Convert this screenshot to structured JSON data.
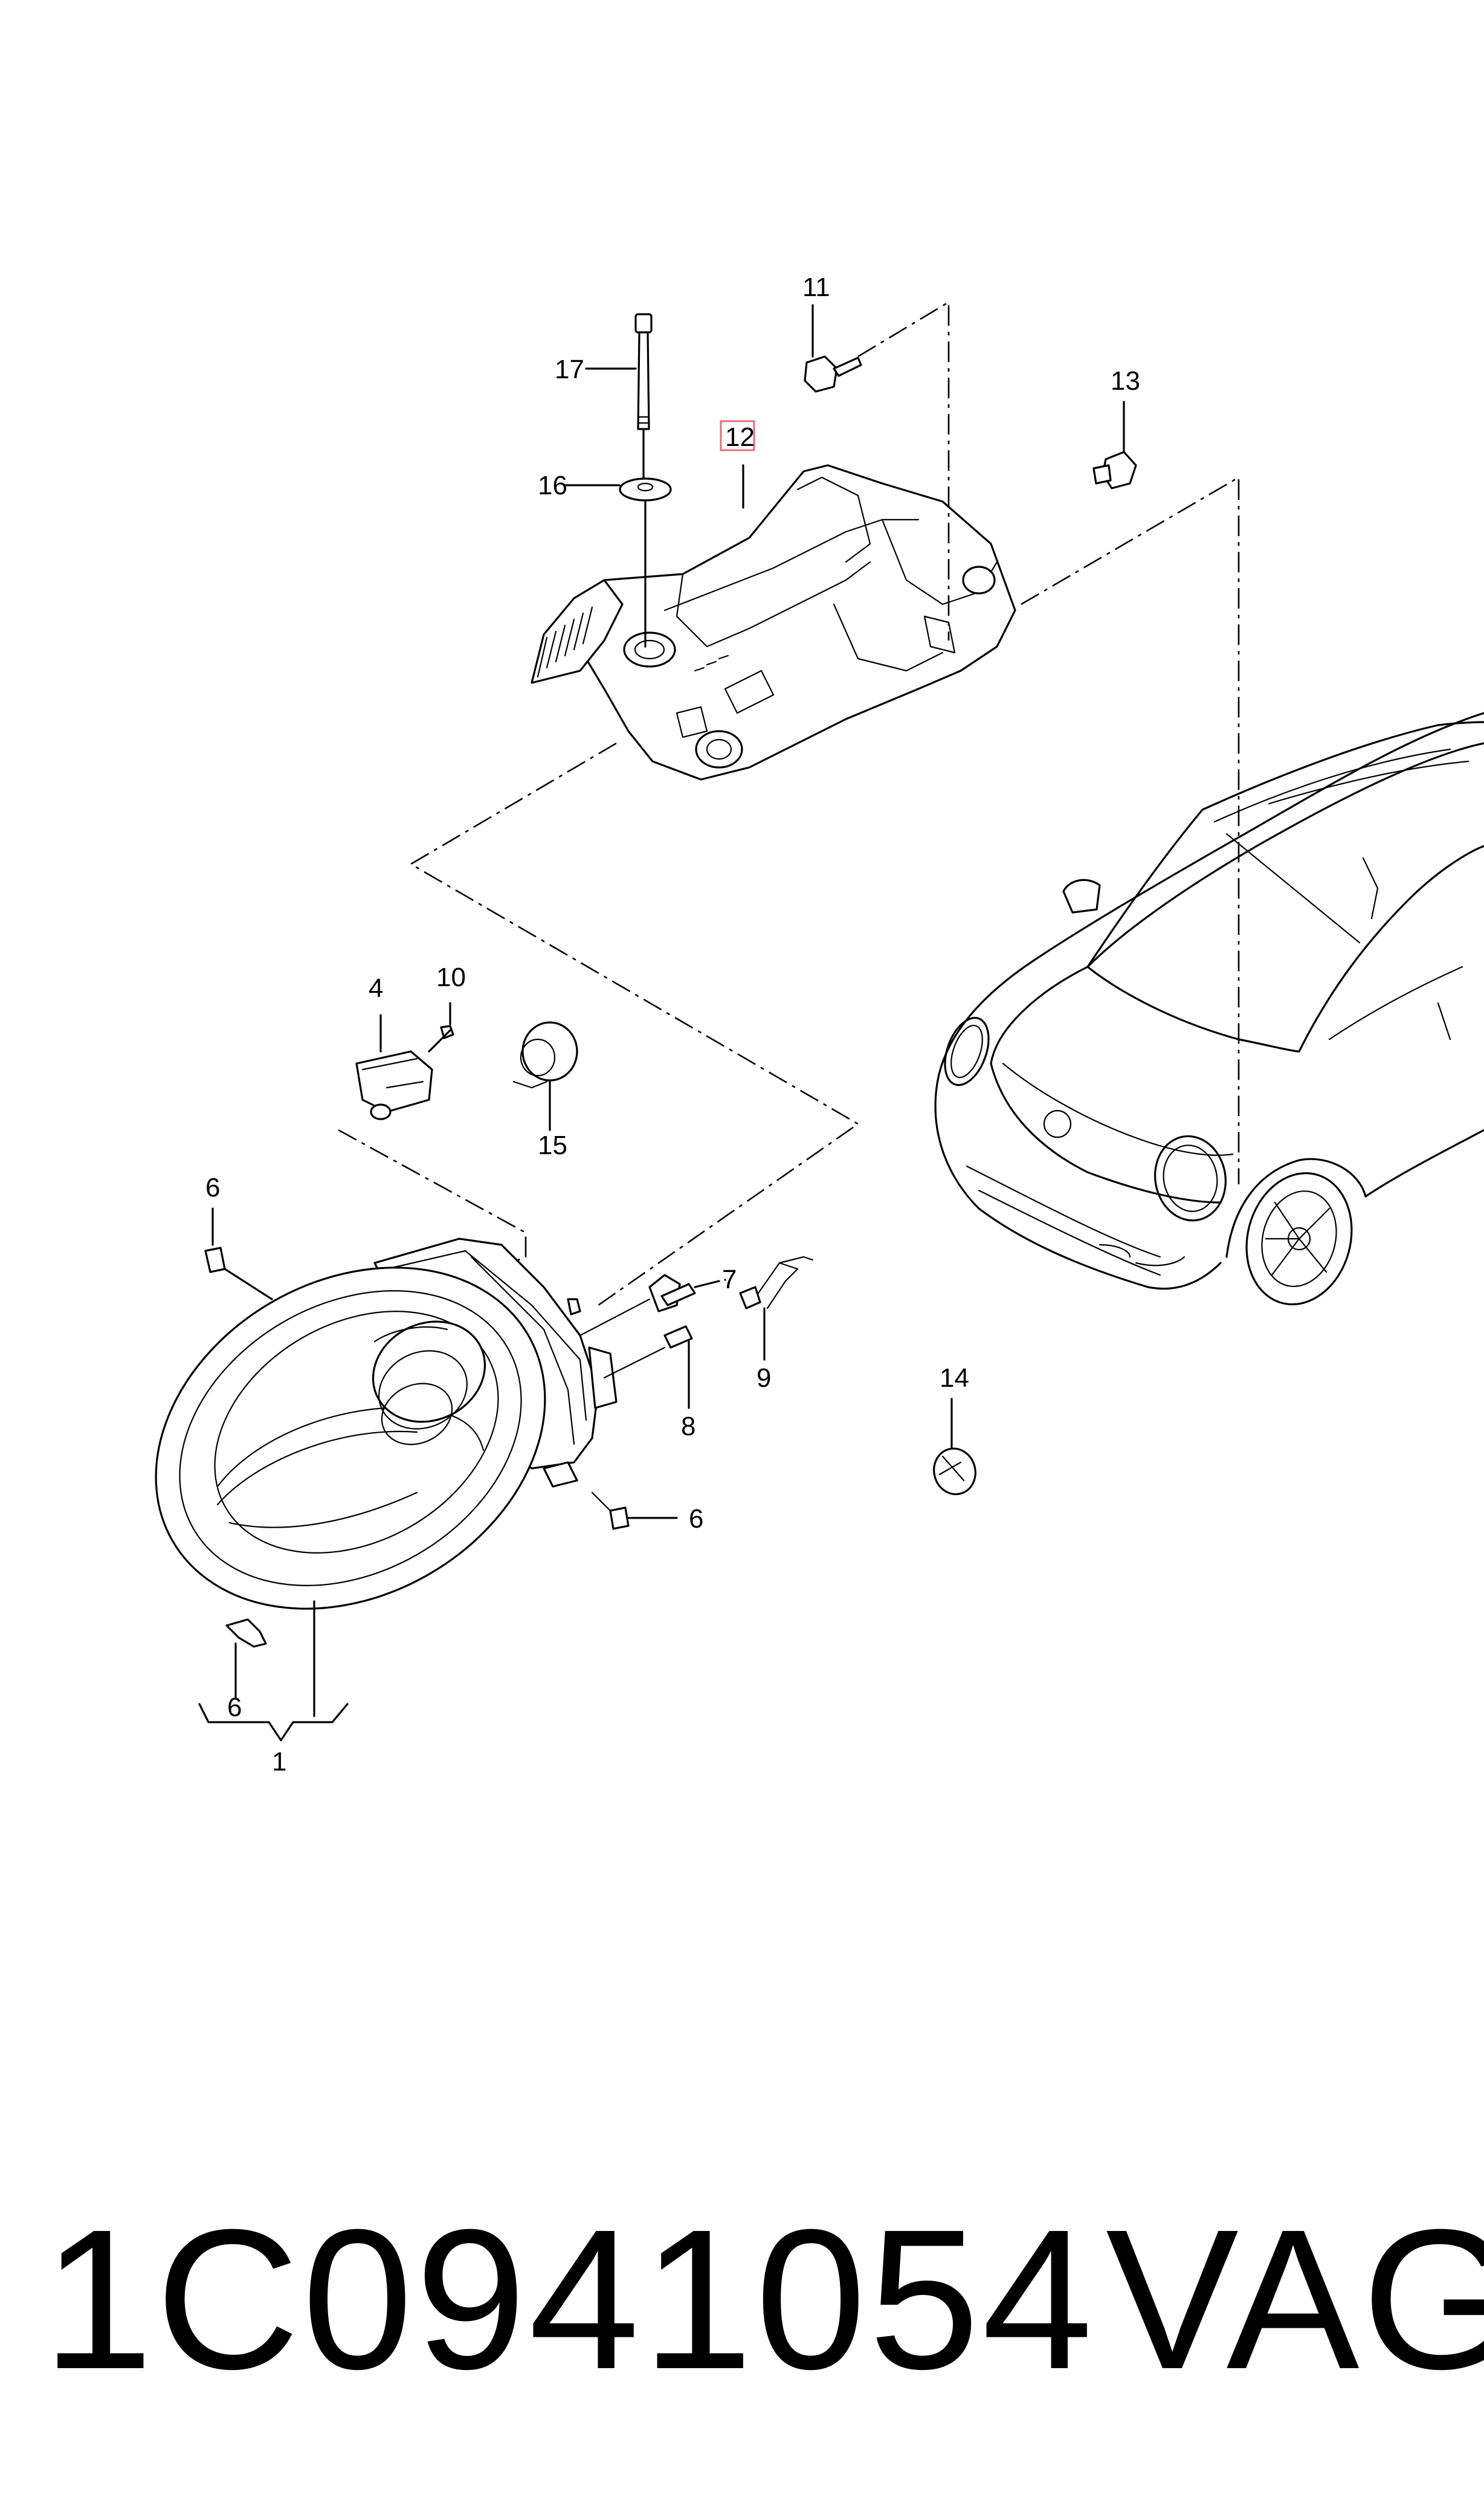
{
  "callouts": {
    "c1": "1",
    "c4": "4",
    "c6a": "6",
    "c6b": "6",
    "c6c": "6",
    "c7": "7",
    "c8": "8",
    "c9": "9",
    "c10": "10",
    "c11": "11",
    "c12": "12",
    "c13": "13",
    "c14": "14",
    "c15": "15",
    "c16": "16",
    "c17": "17"
  },
  "highlighted_callout": "12",
  "colors": {
    "line": "#000000",
    "highlight": "#e0707a",
    "background": "#ffffff"
  },
  "footer": {
    "part_number": "1C0941054",
    "brand": "VAG"
  }
}
